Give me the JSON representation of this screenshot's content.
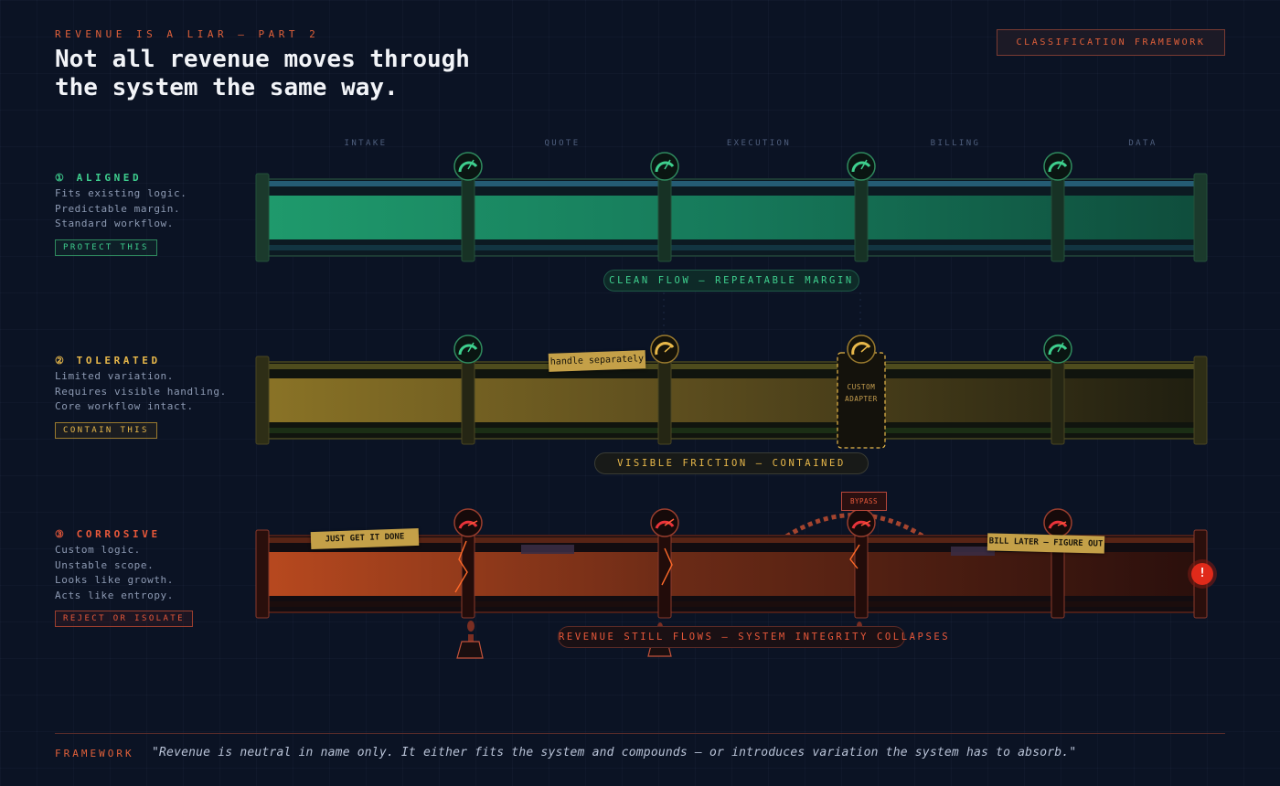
{
  "header": {
    "eyebrow": "REVENUE IS A LIAR — PART 2",
    "title": "Not all revenue moves through\nthe system the same way.",
    "badge": "CLASSIFICATION FRAMEWORK"
  },
  "stages": [
    "INTAKE",
    "QUOTE",
    "EXECUTION",
    "BILLING",
    "DATA"
  ],
  "rows": [
    {
      "heading": "① ALIGNED",
      "description": "Fits existing logic.\nPredictable margin.\nStandard workflow.",
      "action": "PROTECT THIS",
      "flow_label": "CLEAN FLOW — REPEATABLE MARGIN",
      "accent": "#3ecf8e"
    },
    {
      "heading": "② TOLERATED",
      "description": "Limited variation.\nRequires visible handling.\nCore workflow intact.",
      "action": "CONTAIN THIS",
      "flow_label": "VISIBLE FRICTION — CONTAINED",
      "accent": "#e8b84a",
      "tape_note": "handle separately",
      "adapter_label": "CUSTOM\nADAPTER"
    },
    {
      "heading": "③ CORROSIVE",
      "description": "Custom logic.\nUnstable scope.\nLooks like growth.\nActs like entropy.",
      "action": "REJECT OR ISOLATE",
      "flow_label": "REVENUE STILL FLOWS — SYSTEM INTEGRITY COLLAPSES",
      "accent": "#e8583a",
      "tape_note_1": "JUST GET IT DONE",
      "tape_note_2": "BILL LATER — FIGURE OUT",
      "bypass_label": "BYPASS",
      "alert_symbol": "!"
    }
  ],
  "footer": {
    "label": "FRAMEWORK",
    "quote": "\"Revenue is neutral in name only. It either fits the system and compounds — or introduces variation the system has to absorb.\""
  }
}
